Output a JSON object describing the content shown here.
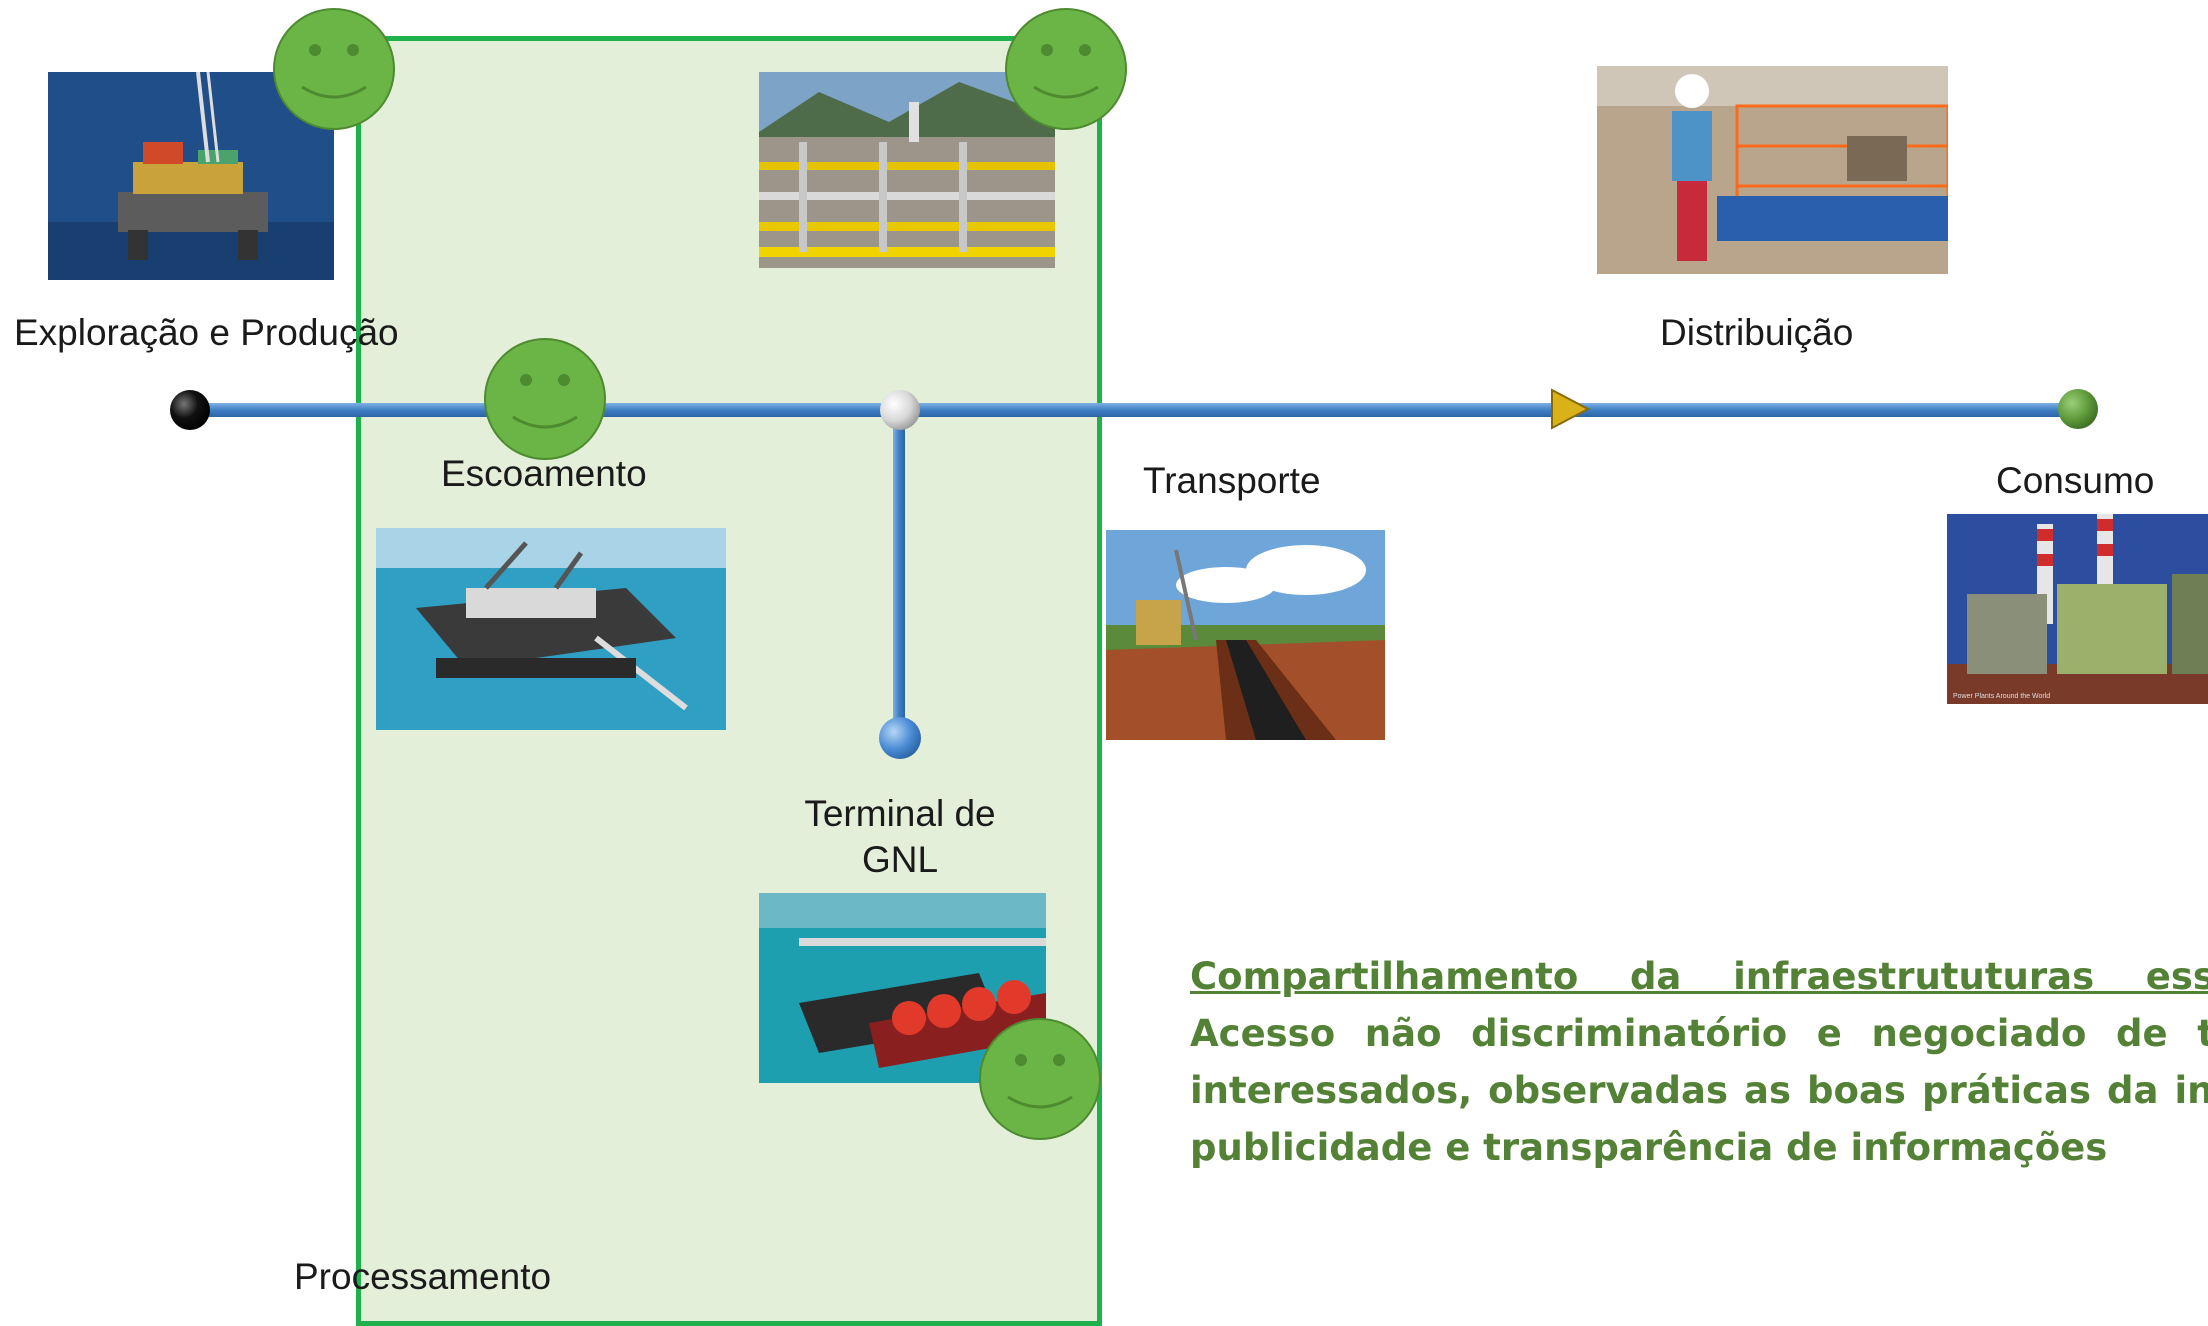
{
  "stages": {
    "exploracao": "Exploração e Produção",
    "escoamento": "Escoamento",
    "processamento": "Processamento",
    "terminal_line1": "Terminal de",
    "terminal_line2": "GNL",
    "transporte": "Transporte",
    "distribuicao": "Distribuição",
    "consumo": "Consumo"
  },
  "note": {
    "line1": "Compartilhamento da infraestrututuras esse",
    "line2": "Acesso não discriminatório e negociado de te",
    "line3": "interessados, observadas as boas práticas da ind",
    "line4": "publicidade e transparência de informações"
  },
  "photo_caption_consumo": "Power Plants Around the World",
  "colors": {
    "pipeline": "#4a86c6",
    "processing_fill": "#e3efd9",
    "processing_border": "#1fb14b",
    "smiley": "#6ab545",
    "note_text": "#538135"
  },
  "icons": [
    "smiley-icon",
    "start-node-icon",
    "junction-node-icon",
    "end-node-icon",
    "flow-arrow-icon",
    "terminal-node-icon"
  ]
}
